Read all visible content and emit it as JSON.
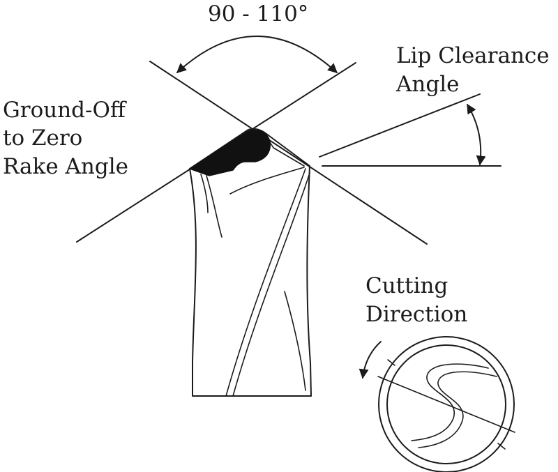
{
  "labels": {
    "point_angle": "90 - 110°",
    "ground_off_line1": "Ground-Off",
    "ground_off_line2": "to Zero",
    "ground_off_line3": "Rake Angle",
    "lip_clearance_line1": "Lip Clearance",
    "lip_clearance_line2": "Angle",
    "cutting_line1": "Cutting",
    "cutting_line2": "Direction"
  },
  "colors": {
    "ink": "#1b1b1b",
    "background": "#ffffff"
  }
}
